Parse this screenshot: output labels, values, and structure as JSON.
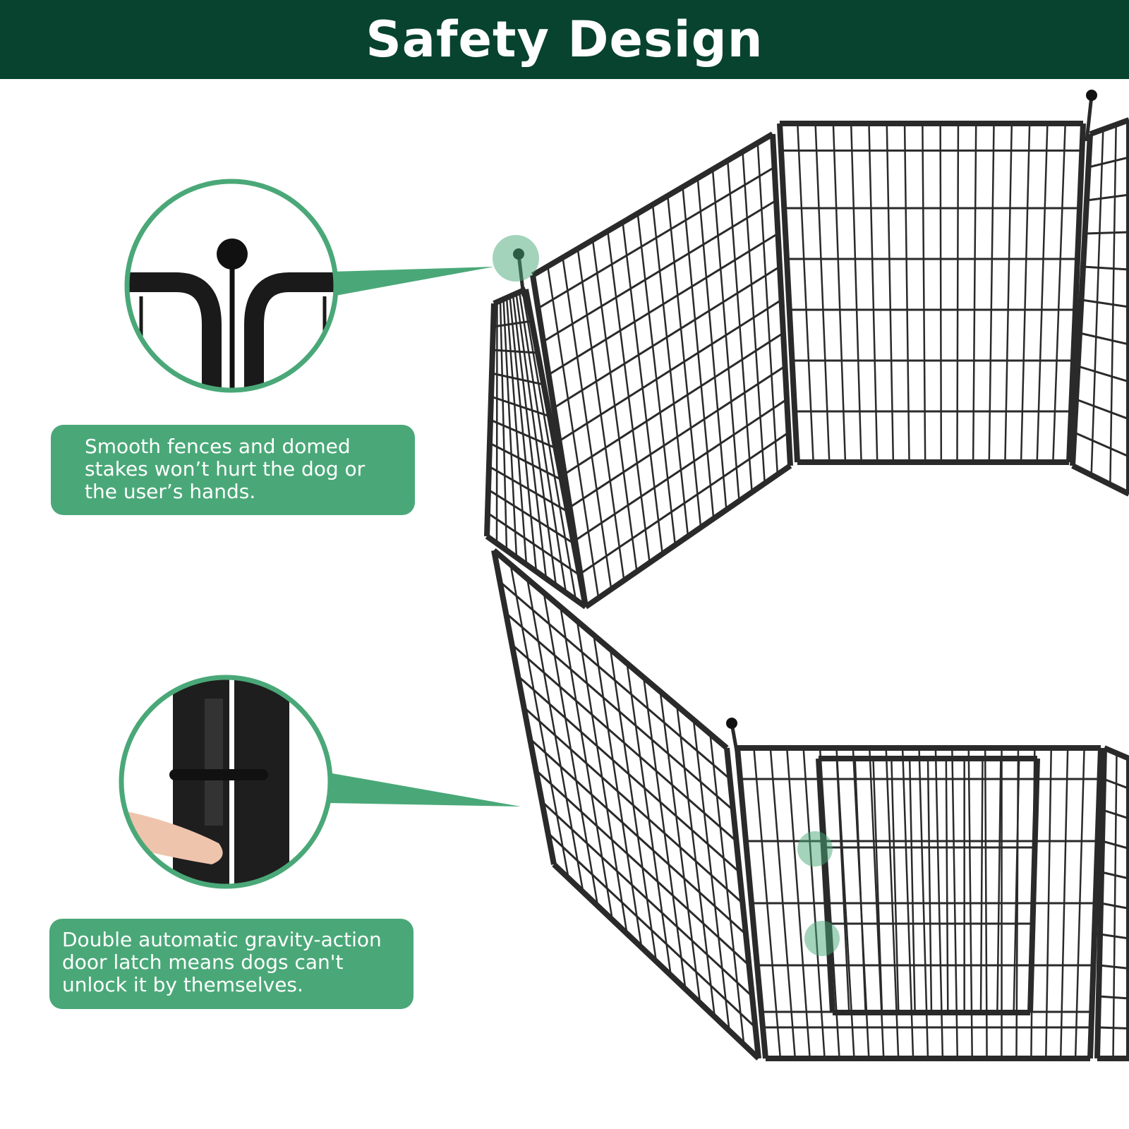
{
  "header": {
    "title": "Safety Design"
  },
  "callouts": [
    {
      "text": "Smooth fences and domed stakes won’t hurt the dog or the user’s hands.",
      "detail_icon": "domed-stake-closeup"
    },
    {
      "text": "Double automatic gravity-action door latch means dogs can't unlock it by themselves.",
      "detail_icon": "door-latch-closeup"
    }
  ],
  "colors": {
    "header": "#07432e",
    "accent": "#4aa878",
    "fence": "#2a2a2a"
  }
}
